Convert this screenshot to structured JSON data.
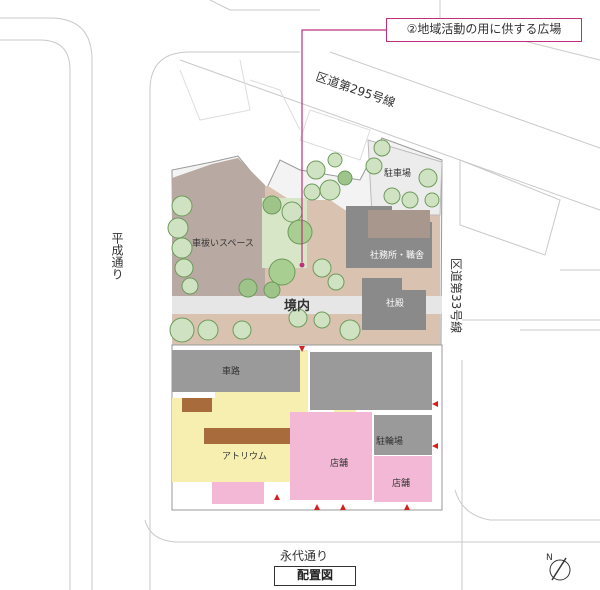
{
  "callout": "②地域活動の用に供する広場",
  "map_title": "配置図",
  "roads": {
    "north": "区道第295号線",
    "east": "区道第33号線",
    "west": "平成通り",
    "south": "永代通り"
  },
  "areas": {
    "parking": "駐車場",
    "festival_space": "車祓いスペース",
    "office": "社務所・職舎",
    "shrine": "社殿",
    "precinct": "境内",
    "driveway": "車路",
    "atrium": "アトリウム",
    "shop_1": "店舗",
    "bicycle_parking": "駐輪場",
    "shop_2": "店舗"
  },
  "north_arrow": "N",
  "colors": {
    "callout_border": "#c0307a",
    "shop": "#f2b8d6",
    "atrium": "#f7efb0",
    "building": "#8a8a8a",
    "ground": "#d9c2b0"
  }
}
